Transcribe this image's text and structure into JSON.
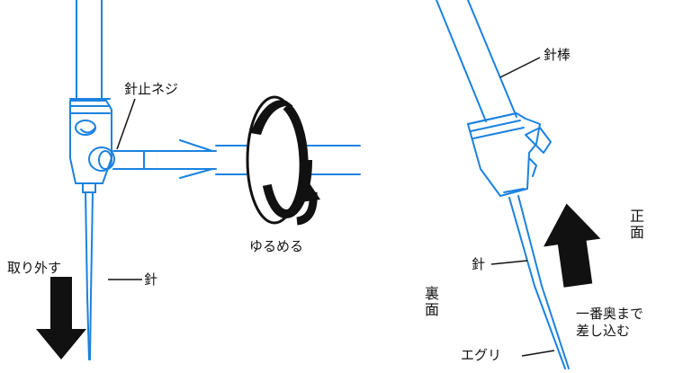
{
  "colors": {
    "line": "#1a82e0",
    "arrow": "#111111",
    "text": "#111111",
    "background": "#ffffff"
  },
  "labels": {
    "needle_clamp_screw": "針止ネジ",
    "loosen": "ゆるめる",
    "remove": "取り外す",
    "needle_left": "針",
    "needle_bar": "針棒",
    "front_side": "正面",
    "back_side": "裏面",
    "needle_right": "針",
    "insert_fully": "一番奥まで\n差し込む",
    "scarf": "エグリ"
  },
  "icons": {
    "loosen_rotation": "clockwise-rotation-arrow-icon",
    "remove_direction": "down-arrow-icon",
    "insert_direction": "up-arrow-icon"
  }
}
